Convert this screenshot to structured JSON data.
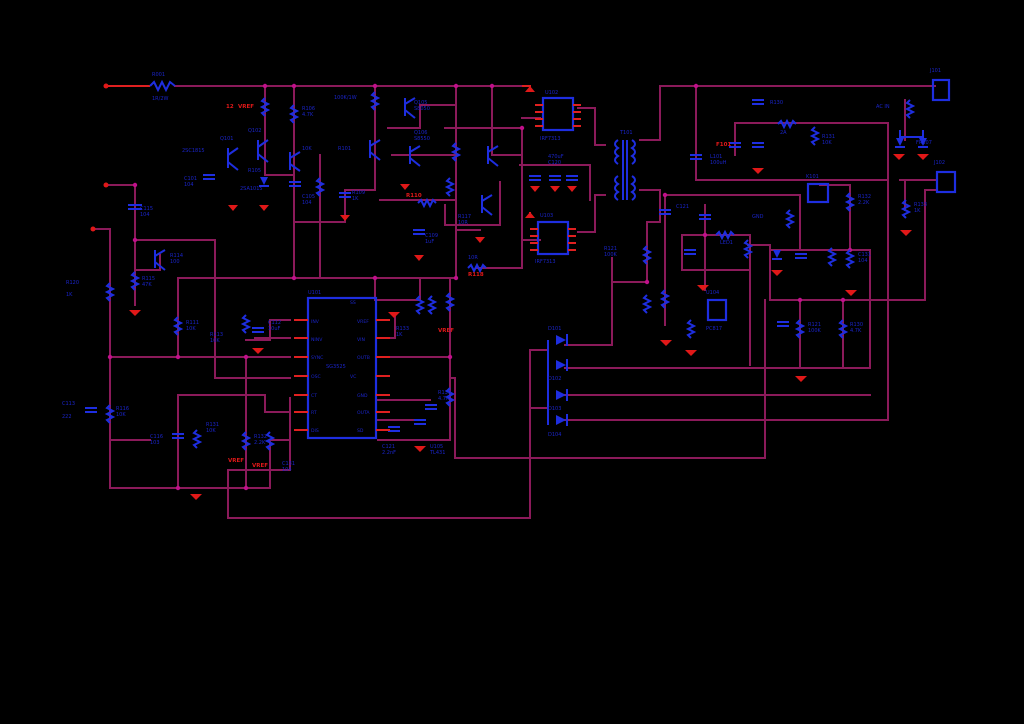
{
  "sheet": {
    "background": "#000000",
    "wire_color": "#8b1a5a",
    "component_color": "#1e2ee0",
    "label_color": "#1a24c8",
    "power_color": "#e01818"
  },
  "labels": {
    "r_in": "R001",
    "r_in_val": "1R/2W",
    "vcc_a": "12",
    "vcc_a2": "VREF",
    "q1": "Q101",
    "q1_val": "2SC1815",
    "r105": "R105",
    "r105_val": "10K",
    "q2": "Q102",
    "q2_val": "2SA1015",
    "c101": "C101",
    "c101_val": "104",
    "r106": "R106",
    "r106_val": "4.7K",
    "c105": "C105",
    "c105_val": "104",
    "r101": "R101",
    "r101_val": "100K/1W",
    "r109": "R109",
    "r109_val": "1K",
    "c109": "C109",
    "c109_val": "1uF",
    "r_cs": "R110",
    "r_cs_val": "0.1R",
    "u1_ref": "U101",
    "u1_part": "SG3525",
    "u1_pins_left": [
      "INV",
      "NINV",
      "SYNC",
      "OSC",
      "CT",
      "RT",
      "DIS",
      "SS"
    ],
    "u1_pins_right": [
      "VREF",
      "VIN",
      "OUTB",
      "VC",
      "GND",
      "OUTA",
      "SD",
      "COMP"
    ],
    "r_left": "R120",
    "r_left_val": "1K",
    "r_b": "R111",
    "r_b_val": "10K",
    "c_ss": "C112",
    "c_ss_val": "10uF",
    "r_rt": "R113",
    "r_rt_val": "10K",
    "c_ct": "C113",
    "c_ct_val": "222",
    "vref": "VREF",
    "vref2": "VREF",
    "vref3": "VREF",
    "r_dt": "R114",
    "r_dt_val": "100",
    "r_fb": "R115",
    "r_fb_val": "47K",
    "c_fb": "C115",
    "c_fb_val": "104",
    "c_comp": "C116",
    "c_comp_val": "103",
    "r_comp": "R116",
    "r_comp_val": "10K",
    "q5": "Q105",
    "q5_val": "S8050",
    "q6": "Q106",
    "q6_val": "S8550",
    "r_g": "R117",
    "r_g_val": "10R",
    "r_gate2": "R118",
    "r_gate2_val": "10R",
    "u2": "U102",
    "u2_part": "IRF7313",
    "u3": "U103",
    "u3_part": "IRF7313",
    "t1": "T101",
    "d_bridge": [
      "D101",
      "D102",
      "D103",
      "D104"
    ],
    "d_bridge_val": "FR107",
    "c_out": "C120",
    "c_out_val": "470uF",
    "r_out": "R121",
    "r_out_val": "100K",
    "c_snub": "C121",
    "c_snub_val": "2.2nF",
    "l_out": "L101",
    "l_out_val": "100uH",
    "j_out": "J101",
    "j_ac": "J102",
    "f1": "F101",
    "f1_val": "2A",
    "r_led": "R130",
    "r_led_val": "4.7K",
    "led": "LED1",
    "opto": "U104",
    "opto_part": "PC817",
    "tl431": "U105",
    "tl431_part": "TL431",
    "r_div1": "R131",
    "r_div1_val": "10K",
    "r_div2": "R132",
    "r_div2_val": "2.2K",
    "c_tl": "C131",
    "c_tl_val": "104",
    "r_sense": "R133",
    "r_sense_val": "1K",
    "relay": "K101",
    "ac_in": "AC IN",
    "gnd_tag": "GND"
  }
}
